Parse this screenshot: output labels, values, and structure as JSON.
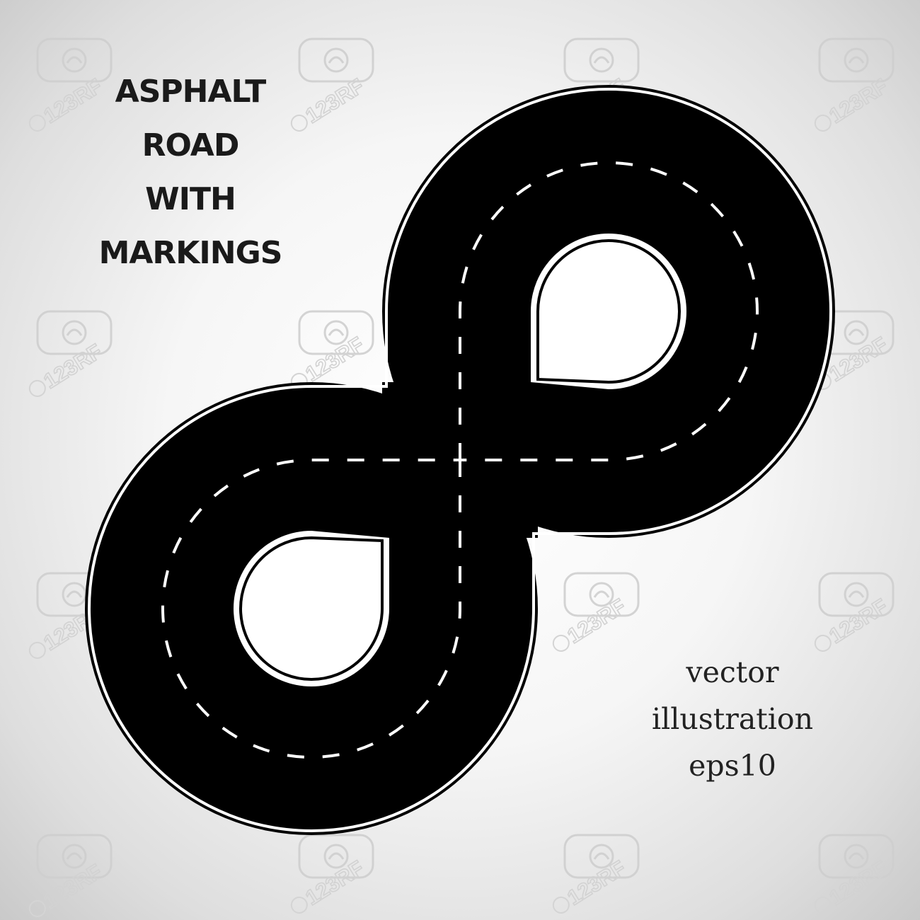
{
  "title_lines": [
    "ASPHALT",
    "ROAD",
    "WITH",
    "MARKINGS"
  ],
  "caption_lines": [
    "vector",
    "illustration",
    "eps10"
  ],
  "watermark_text": "123RF",
  "colors": {
    "asphalt": "#000000",
    "marking": "#ffffff",
    "background": "#f4f4f4",
    "title_text": "#1a1a1a"
  },
  "icons": [
    "road-figure-eight",
    "watermark-logo"
  ]
}
